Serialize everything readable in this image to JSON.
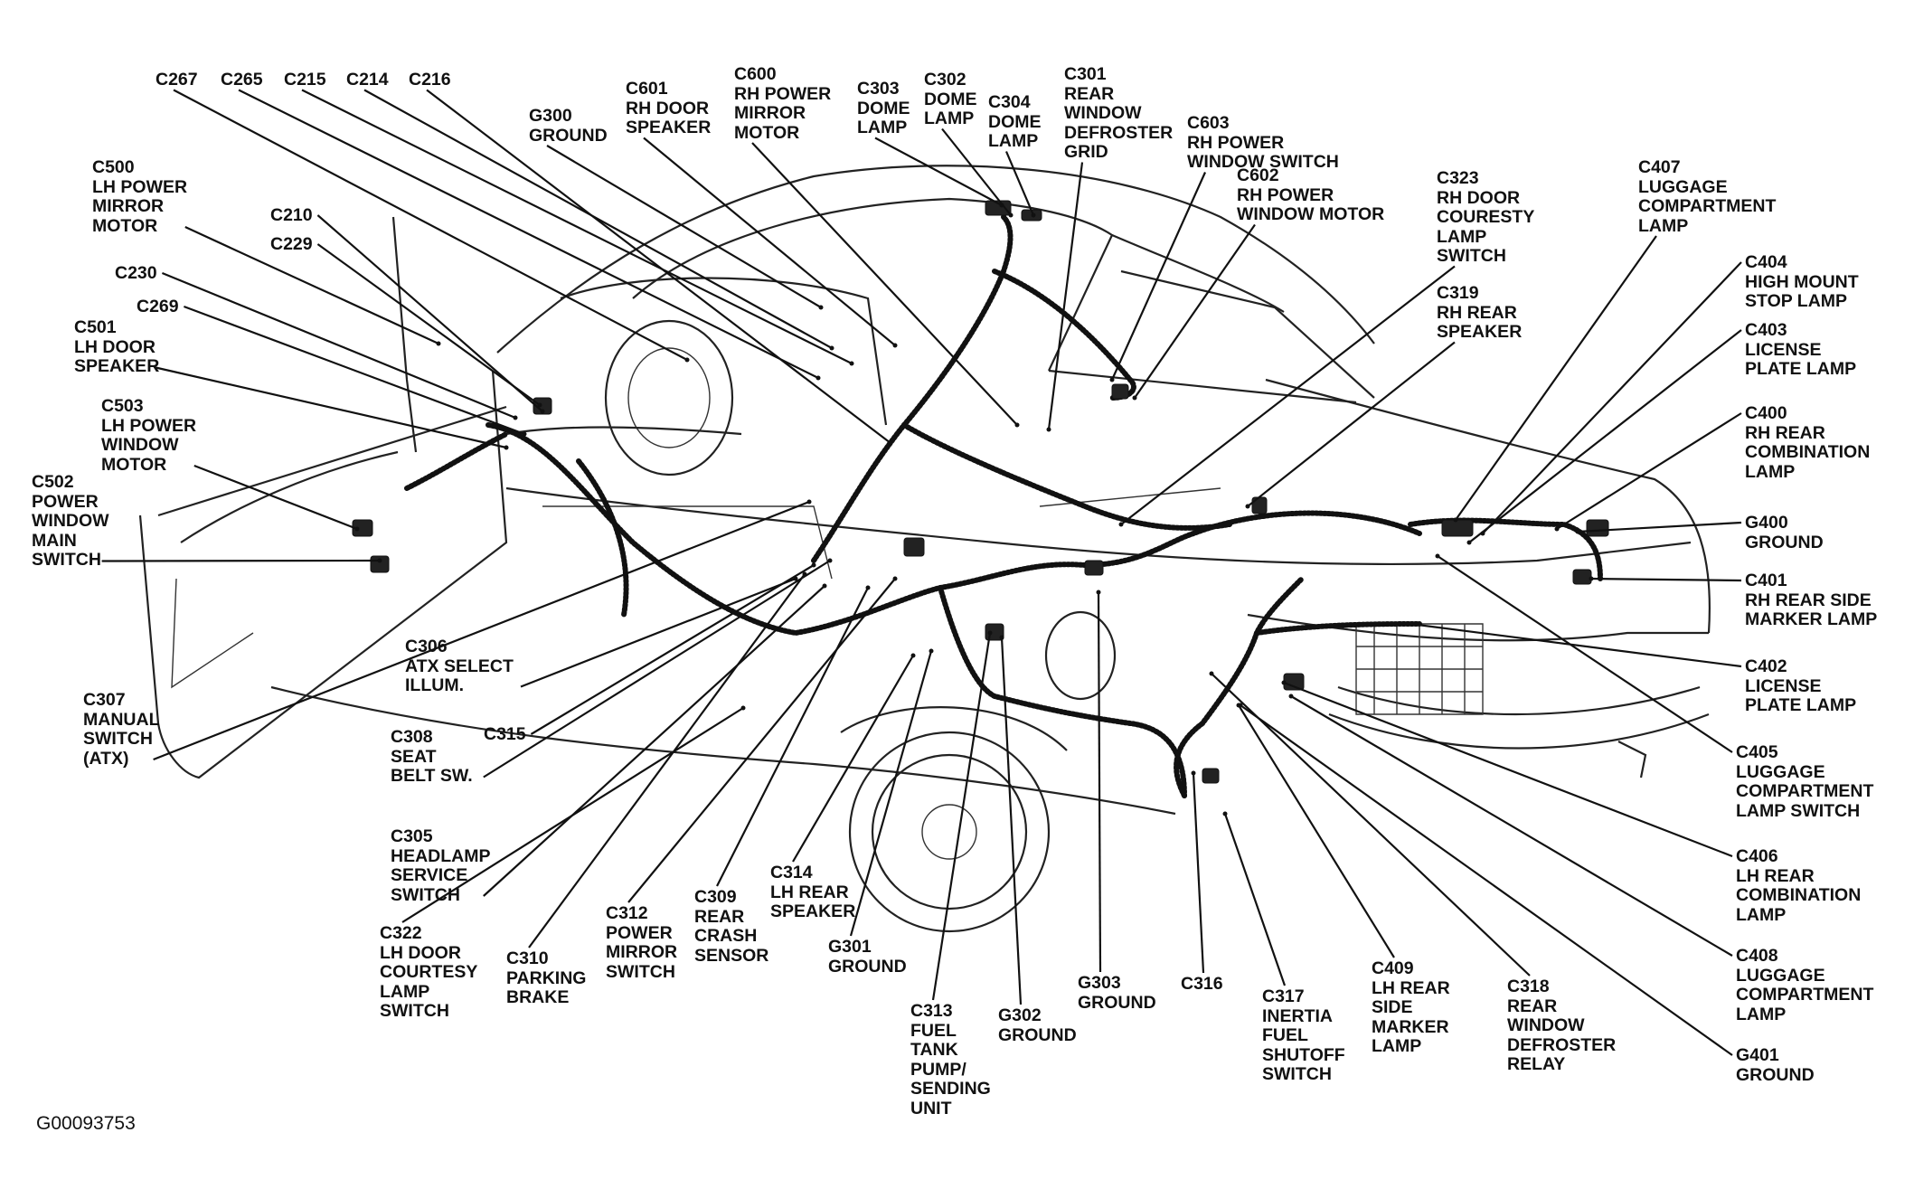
{
  "figure_id": "G00093753",
  "labels": [
    {
      "id": "c267",
      "lines": [
        "C267"
      ],
      "target": [
        760,
        398
      ]
    },
    {
      "id": "c265",
      "lines": [
        "C265"
      ],
      "target": [
        905,
        418
      ]
    },
    {
      "id": "c215",
      "lines": [
        "C215"
      ],
      "target": [
        942,
        402
      ]
    },
    {
      "id": "c214",
      "lines": [
        "C214"
      ],
      "target": [
        920,
        385
      ]
    },
    {
      "id": "c216",
      "lines": [
        "C216"
      ],
      "target": [
        985,
        490
      ]
    },
    {
      "id": "g300",
      "lines": [
        "G300",
        "GROUND"
      ],
      "target": [
        908,
        340
      ]
    },
    {
      "id": "c601",
      "lines": [
        "C601",
        "RH DOOR",
        "SPEAKER"
      ],
      "target": [
        990,
        382
      ]
    },
    {
      "id": "c600",
      "lines": [
        "C600",
        "RH POWER",
        "MIRROR",
        "MOTOR"
      ],
      "target": [
        1125,
        470
      ]
    },
    {
      "id": "c303",
      "lines": [
        "C303",
        "DOME",
        "LAMP"
      ],
      "target": [
        1108,
        227
      ]
    },
    {
      "id": "c302",
      "lines": [
        "C302",
        "DOME",
        "LAMP"
      ],
      "target": [
        1118,
        238
      ]
    },
    {
      "id": "c304",
      "lines": [
        "C304",
        "DOME",
        "LAMP"
      ],
      "target": [
        1143,
        238
      ]
    },
    {
      "id": "c301",
      "lines": [
        "C301",
        "REAR",
        "WINDOW",
        "DEFROSTER",
        "GRID"
      ],
      "target": [
        1160,
        475
      ]
    },
    {
      "id": "c603",
      "lines": [
        "C603",
        "RH POWER",
        "WINDOW SWITCH"
      ],
      "target": [
        1230,
        420
      ]
    },
    {
      "id": "c602",
      "lines": [
        "C602",
        "RH POWER",
        "WINDOW MOTOR"
      ],
      "target": [
        1255,
        440
      ]
    },
    {
      "id": "c323",
      "lines": [
        "C323",
        "RH DOOR",
        "COURESTY",
        "LAMP",
        "SWITCH"
      ],
      "target": [
        1240,
        580
      ]
    },
    {
      "id": "c319",
      "lines": [
        "C319",
        "RH REAR",
        "SPEAKER"
      ],
      "target": [
        1380,
        560
      ]
    },
    {
      "id": "c407",
      "lines": [
        "C407",
        "LUGGAGE",
        "COMPARTMENT",
        "LAMP"
      ],
      "target": [
        1610,
        575
      ]
    },
    {
      "id": "c404",
      "lines": [
        "C404",
        "HIGH MOUNT",
        "STOP LAMP"
      ],
      "target": [
        1640,
        590
      ]
    },
    {
      "id": "c403",
      "lines": [
        "C403",
        "LICENSE",
        "PLATE LAMP"
      ],
      "target": [
        1625,
        600
      ]
    },
    {
      "id": "c400",
      "lines": [
        "C400",
        "RH REAR",
        "COMBINATION",
        "LAMP"
      ],
      "target": [
        1722,
        585
      ]
    },
    {
      "id": "g400",
      "lines": [
        "G400",
        "GROUND"
      ],
      "target": [
        1745,
        588
      ]
    },
    {
      "id": "c401",
      "lines": [
        "C401",
        "RH REAR SIDE",
        "MARKER LAMP"
      ],
      "target": [
        1760,
        640
      ]
    },
    {
      "id": "c402",
      "lines": [
        "C402",
        "LICENSE",
        "PLATE LAMP"
      ],
      "target": [
        1560,
        690
      ]
    },
    {
      "id": "c405",
      "lines": [
        "C405",
        "LUGGAGE",
        "COMPARTMENT",
        "LAMP SWITCH"
      ],
      "target": [
        1590,
        615
      ]
    },
    {
      "id": "c406",
      "lines": [
        "C406",
        "LH REAR",
        "COMBINATION",
        "LAMP"
      ],
      "target": [
        1420,
        755
      ]
    },
    {
      "id": "c408",
      "lines": [
        "C408",
        "LUGGAGE",
        "COMPARTMENT",
        "LAMP"
      ],
      "target": [
        1428,
        770
      ]
    },
    {
      "id": "g401",
      "lines": [
        "G401",
        "GROUND"
      ],
      "target": [
        1372,
        780
      ]
    },
    {
      "id": "c318",
      "lines": [
        "C318",
        "REAR",
        "WINDOW",
        "DEFROSTER",
        "RELAY"
      ],
      "target": [
        1340,
        745
      ]
    },
    {
      "id": "c409",
      "lines": [
        "C409",
        "LH REAR",
        "SIDE",
        "MARKER",
        "LAMP"
      ],
      "target": [
        1370,
        780
      ]
    },
    {
      "id": "c317",
      "lines": [
        "C317",
        "INERTIA",
        "FUEL",
        "SHUTOFF",
        "SWITCH"
      ],
      "target": [
        1355,
        900
      ]
    },
    {
      "id": "c316",
      "lines": [
        "C316"
      ],
      "target": [
        1320,
        855
      ]
    },
    {
      "id": "g303",
      "lines": [
        "G303",
        "GROUND"
      ],
      "target": [
        1215,
        655
      ]
    },
    {
      "id": "g302",
      "lines": [
        "G302",
        "GROUND"
      ],
      "target": [
        1108,
        705
      ]
    },
    {
      "id": "c313",
      "lines": [
        "C313",
        "FUEL",
        "TANK",
        "PUMP/",
        "SENDING",
        "UNIT"
      ],
      "target": [
        1095,
        700
      ]
    },
    {
      "id": "g301",
      "lines": [
        "G301",
        "GROUND"
      ],
      "target": [
        1030,
        720
      ]
    },
    {
      "id": "c314",
      "lines": [
        "C314",
        "LH REAR",
        "SPEAKER"
      ],
      "target": [
        1010,
        725
      ]
    },
    {
      "id": "c309",
      "lines": [
        "C309",
        "REAR",
        "CRASH",
        "SENSOR"
      ],
      "target": [
        960,
        650
      ]
    },
    {
      "id": "c312",
      "lines": [
        "C312",
        "POWER",
        "MIRROR",
        "SWITCH"
      ],
      "target": [
        990,
        640
      ]
    },
    {
      "id": "c310",
      "lines": [
        "C310",
        "PARKING",
        "BRAKE"
      ],
      "target": [
        890,
        635
      ]
    },
    {
      "id": "c322",
      "lines": [
        "C322",
        "LH DOOR",
        "COURTESY",
        "LAMP",
        "SWITCH"
      ],
      "target": [
        822,
        783
      ]
    },
    {
      "id": "c305",
      "lines": [
        "C305",
        "HEADLAMP",
        "SERVICE",
        "SWITCH"
      ],
      "target": [
        912,
        648
      ]
    },
    {
      "id": "c315",
      "lines": [
        "C315"
      ],
      "target": [
        900,
        625
      ]
    },
    {
      "id": "c308",
      "lines": [
        "C308",
        "SEAT",
        "BELT SW."
      ],
      "target": [
        918,
        620
      ]
    },
    {
      "id": "c306",
      "lines": [
        "C306",
        "ATX SELECT",
        "ILLUM."
      ],
      "target": [
        880,
        640
      ]
    },
    {
      "id": "c307",
      "lines": [
        "C307",
        "MANUAL",
        "SWITCH",
        "(ATX)"
      ],
      "target": [
        895,
        555
      ]
    },
    {
      "id": "c502",
      "lines": [
        "C502",
        "POWER",
        "WINDOW",
        "MAIN",
        "SWITCH"
      ],
      "target": [
        420,
        620
      ]
    },
    {
      "id": "c503",
      "lines": [
        "C503",
        "LH POWER",
        "WINDOW",
        "MOTOR"
      ],
      "target": [
        395,
        585
      ]
    },
    {
      "id": "c501",
      "lines": [
        "C501",
        "LH DOOR",
        "SPEAKER"
      ],
      "target": [
        560,
        495
      ]
    },
    {
      "id": "c269",
      "lines": [
        "C269"
      ],
      "target": [
        580,
        480
      ]
    },
    {
      "id": "c230",
      "lines": [
        "C230"
      ],
      "target": [
        570,
        462
      ]
    },
    {
      "id": "c229",
      "lines": [
        "C229"
      ],
      "target": [
        597,
        448
      ]
    },
    {
      "id": "c210",
      "lines": [
        "C210"
      ],
      "target": [
        600,
        455
      ]
    },
    {
      "id": "c500",
      "lines": [
        "C500",
        "LH POWER",
        "MIRROR",
        "MOTOR"
      ],
      "target": [
        485,
        380
      ]
    }
  ]
}
